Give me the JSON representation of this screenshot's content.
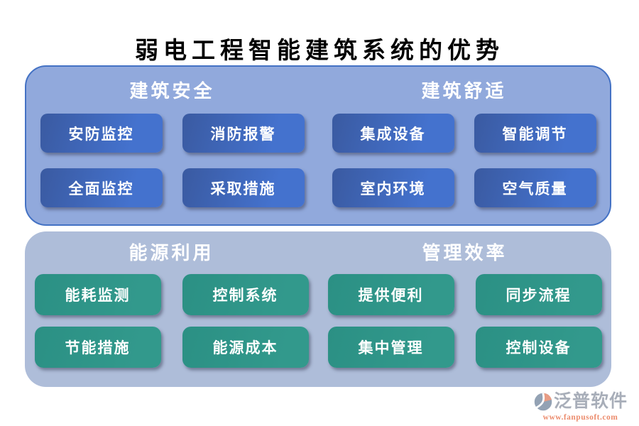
{
  "title": "弱电工程智能建筑系统的优势",
  "panels": [
    {
      "id": "top",
      "sections": [
        {
          "header": "建筑安全",
          "buttons": [
            "安防监控",
            "消防报警",
            "全面监控",
            "采取措施"
          ]
        },
        {
          "header": "建筑舒适",
          "buttons": [
            "集成设备",
            "智能调节",
            "室内环境",
            "空气质量"
          ]
        }
      ]
    },
    {
      "id": "bottom",
      "sections": [
        {
          "header": "能源利用",
          "buttons": [
            "能耗监测",
            "控制系统",
            "节能措施",
            "能源成本"
          ]
        },
        {
          "header": "管理效率",
          "buttons": [
            "提供便利",
            "同步流程",
            "集中管理",
            "控制设备"
          ]
        }
      ]
    }
  ],
  "logo": {
    "name": "泛普软件",
    "url": "www.fanpusoft.com"
  },
  "colors": {
    "top_panel_bg": "#91a9dc",
    "top_panel_border": "#4472c4",
    "bottom_panel_bg": "#aebdd9",
    "blue_button": "#4472ce",
    "teal_button": "#2e968a",
    "button_text": "#ffffff",
    "title_text": "#000000",
    "logo_name_text": "#a8aeb9",
    "logo_url_text": "#ec8c6d"
  }
}
